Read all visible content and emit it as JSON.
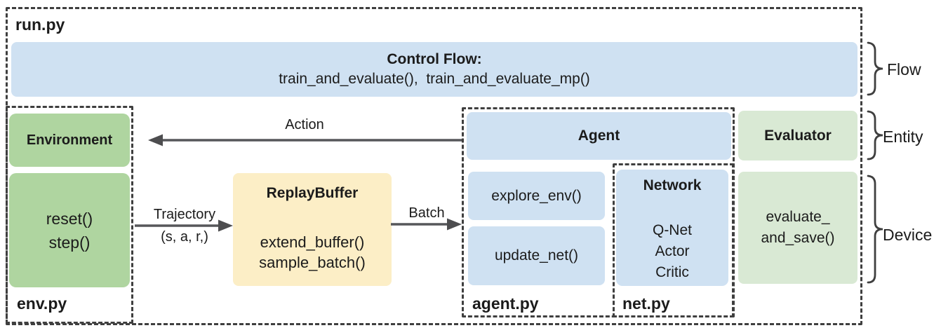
{
  "colors": {
    "box_blue": "#cfe1f2",
    "box_green": "#afd5a0",
    "box_light_green": "#d9e9d4",
    "box_yellow": "#fceec6",
    "frame_dash": "#3f3f3f",
    "arrow": "#56575a",
    "text": "#1b1b1b"
  },
  "frames": {
    "run_label": "run.py",
    "env_label": "env.py",
    "agent_label": "agent.py",
    "net_label": "net.py"
  },
  "control_flow": {
    "title": "Control Flow:",
    "functions": "train_and_evaluate(),  train_and_evaluate_mp()"
  },
  "environment": {
    "title": "Environment",
    "methods": "reset()\nstep()"
  },
  "replay_buffer": {
    "title": "ReplayBuffer",
    "methods": "extend_buffer()\nsample_batch()"
  },
  "agent": {
    "title": "Agent",
    "methods": [
      "explore_env()",
      "update_net()"
    ]
  },
  "network": {
    "title": "Network",
    "items": "Q-Net\nActor\nCritic"
  },
  "evaluator": {
    "title": "Evaluator",
    "method": "evaluate_\nand_save()"
  },
  "arrows": {
    "action": "Action",
    "trajectory": "Trajectory",
    "trajectory_tuple": "(s, a, r,)",
    "batch": "Batch"
  },
  "braces": {
    "flow": "Flow",
    "entity": "Entity",
    "device": "Device"
  }
}
